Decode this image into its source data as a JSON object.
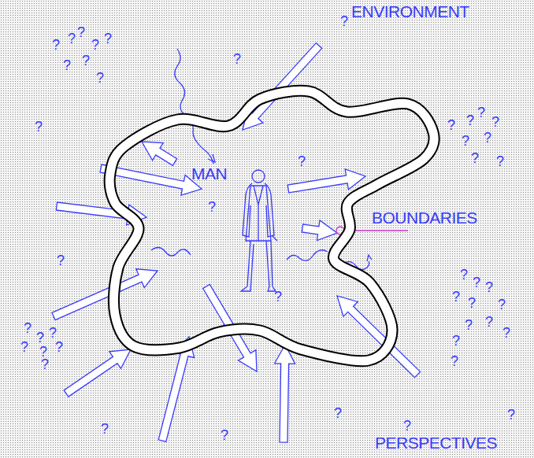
{
  "diagram": {
    "nodes": [
      {
        "text": [
          "MAN",
          "?",
          "?",
          "?"
        ]
      }
    ],
    "labels": [
      "ENVIRONMENT",
      "BOUNDARIES",
      "PERSPECTIVES",
      "?",
      "?",
      "?",
      "?",
      "?",
      "?",
      "?",
      "?",
      "?",
      "?",
      "?",
      "?",
      "?",
      "?",
      "?",
      "?",
      "?",
      "?",
      "?",
      "?",
      "?",
      "?",
      "?",
      "?",
      "?",
      "?",
      "?",
      "?",
      "?",
      "?",
      "?",
      "?",
      "?",
      "?",
      "?",
      "?",
      "?",
      "?",
      "?",
      "?",
      "?",
      "?",
      "?"
    ]
  }
}
